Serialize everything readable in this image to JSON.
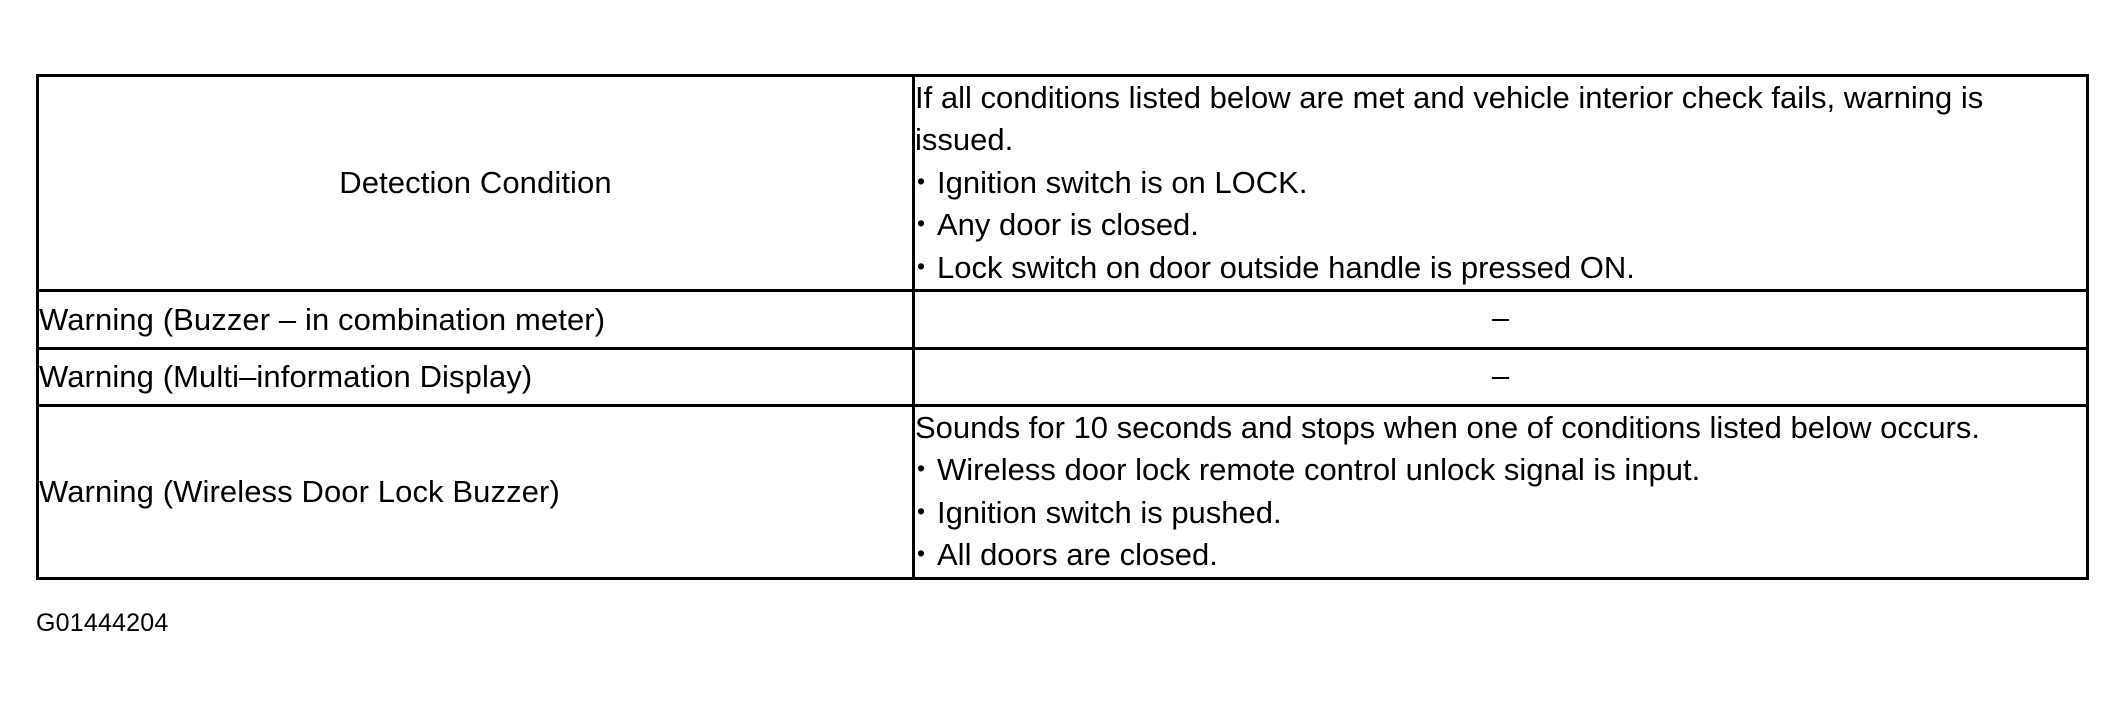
{
  "document": {
    "figure_id": "G01444204"
  },
  "table": {
    "rows": [
      {
        "label": "Detection Condition",
        "label_align": "center",
        "value_kind": "list",
        "intro": "If all conditions listed below are met and vehicle interior check fails, warning is issued.",
        "bullets": [
          "Ignition switch is on LOCK.",
          "Any door is closed.",
          "Lock switch on door outside handle is pressed ON."
        ]
      },
      {
        "label": "Warning (Buzzer – in combination meter)",
        "label_align": "left",
        "value_kind": "dash",
        "dash": "–"
      },
      {
        "label": "Warning (Multi–information Display)",
        "label_align": "left",
        "value_kind": "dash",
        "dash": "–"
      },
      {
        "label": "Warning (Wireless Door Lock Buzzer)",
        "label_align": "left",
        "value_kind": "list",
        "intro": "Sounds for 10 seconds and stops when one of conditions listed below occurs.",
        "bullets": [
          "Wireless door lock remote control unlock signal is input.",
          "Ignition switch is pushed.",
          "All doors are closed."
        ]
      }
    ]
  },
  "colors": {
    "border": "#000000",
    "text": "#000000",
    "background": "#ffffff"
  }
}
